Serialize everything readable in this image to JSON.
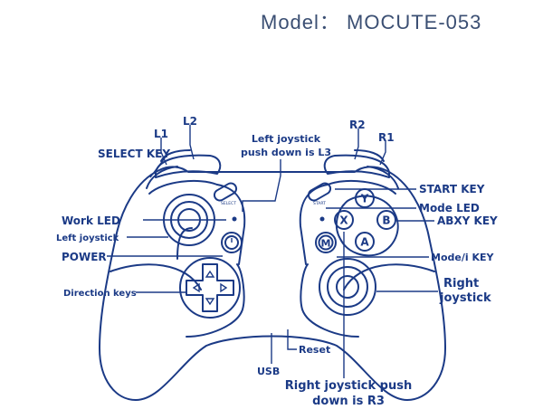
{
  "title": "Model： MOCUTE-053",
  "labels": {
    "l2": "L2",
    "l1": "L1",
    "select_key": "SELECT KEY",
    "left_joystick_push_line1": "Left joystick",
    "left_joystick_push_line2": "push down is L3",
    "r2": "R2",
    "r1": "R1",
    "start_key": "START KEY",
    "mode_led": "Mode LED",
    "abxy_key": "ABXY KEY",
    "work_led": "Work LED",
    "left_joystick": "Left joystick",
    "power": "POWER",
    "mode_i_key": "Mode/i KEY",
    "direction_keys": "Direction keys",
    "right_joystick_line1": "Right",
    "right_joystick_line2": "joystick",
    "reset": "Reset",
    "usb": "USB",
    "right_push_line1": "Right joystick push",
    "right_push_line2": "down is R3"
  },
  "buttons": {
    "y": "Y",
    "x": "X",
    "b": "B",
    "a": "A",
    "m": "M",
    "select_small": "SELECT",
    "start_small": "START"
  },
  "colors": {
    "outline": "#1b3a86",
    "text": "#1b3a86",
    "title": "#3b4f73",
    "background": "#ffffff"
  }
}
